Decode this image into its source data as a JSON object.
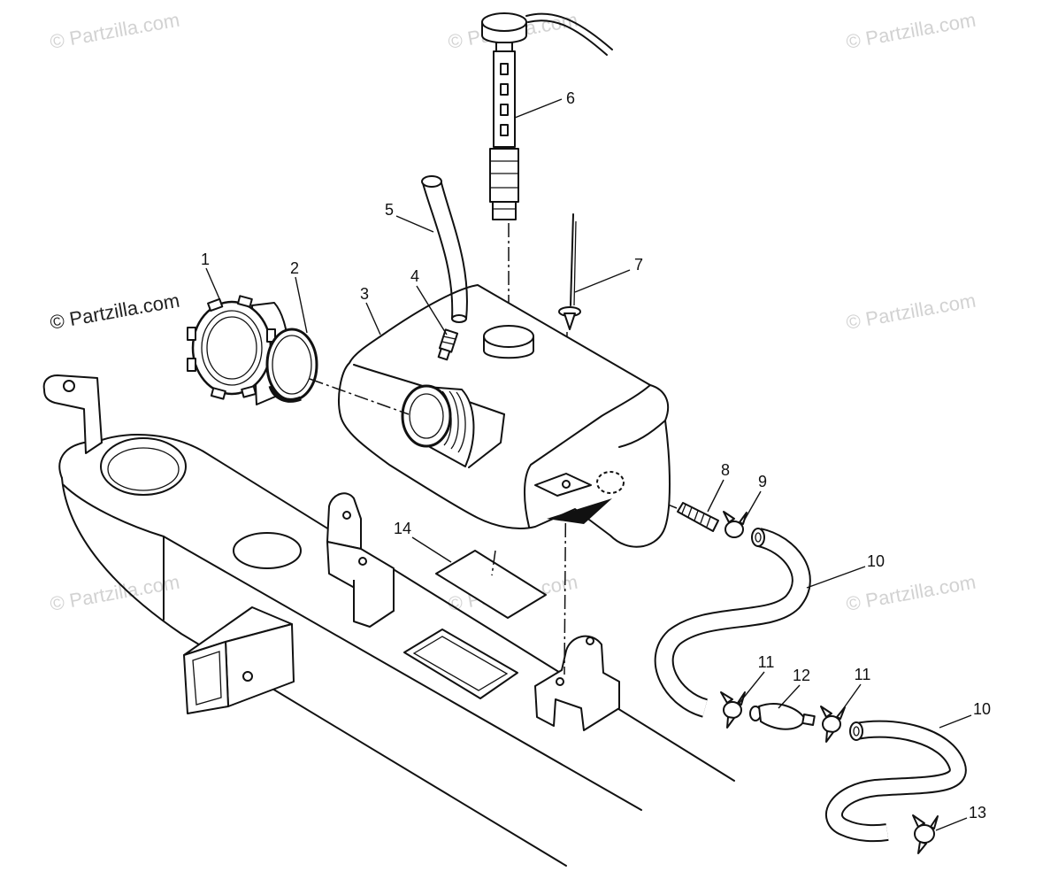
{
  "watermark": "© Partzilla.com",
  "callouts": [
    "1",
    "2",
    "3",
    "4",
    "5",
    "6",
    "7",
    "8",
    "9",
    "10",
    "11",
    "12",
    "11",
    "10",
    "13",
    "14"
  ],
  "colors": {
    "ink": "#111111",
    "watermark": "#d2d2d2",
    "background": "#ffffff"
  }
}
